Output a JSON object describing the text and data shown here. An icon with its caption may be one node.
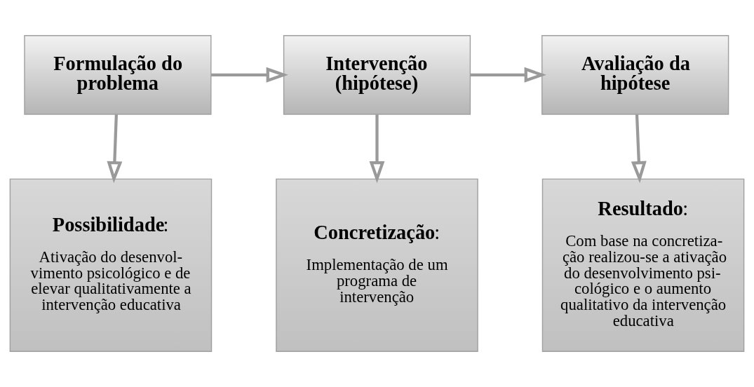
{
  "diagram": {
    "nodes": [
      {
        "text": [
          "Formulação do problema"
        ]
      },
      {
        "text": [
          "Intervenção (hipótese)"
        ]
      },
      {
        "text": [
          "Avaliação da hipótese"
        ]
      },
      {
        "text": [
          "**Possibilidade**:",
          "Ativação do desenvol- vimento psicológico e de elevar qualitativamente a intervenção educativa"
        ]
      },
      {
        "text": [
          "**Concretização**:",
          "Implementação de um programa de intervenção"
        ]
      },
      {
        "text": [
          "**Resultado**:",
          "Com base na concretiza- ção realizou-se a ativação do desenvolvimento psi- cológico e o aumento qualitativo da intervenção educativa"
        ]
      }
    ],
    "edges": [
      {
        "from": 0,
        "to": 1,
        "arrow": "to"
      },
      {
        "from": 1,
        "to": 2,
        "arrow": "to"
      },
      {
        "from": 0,
        "to": 3,
        "arrow": "to"
      },
      {
        "from": 1,
        "to": 4,
        "arrow": "to"
      },
      {
        "from": 2,
        "to": 5,
        "arrow": "to"
      }
    ]
  }
}
